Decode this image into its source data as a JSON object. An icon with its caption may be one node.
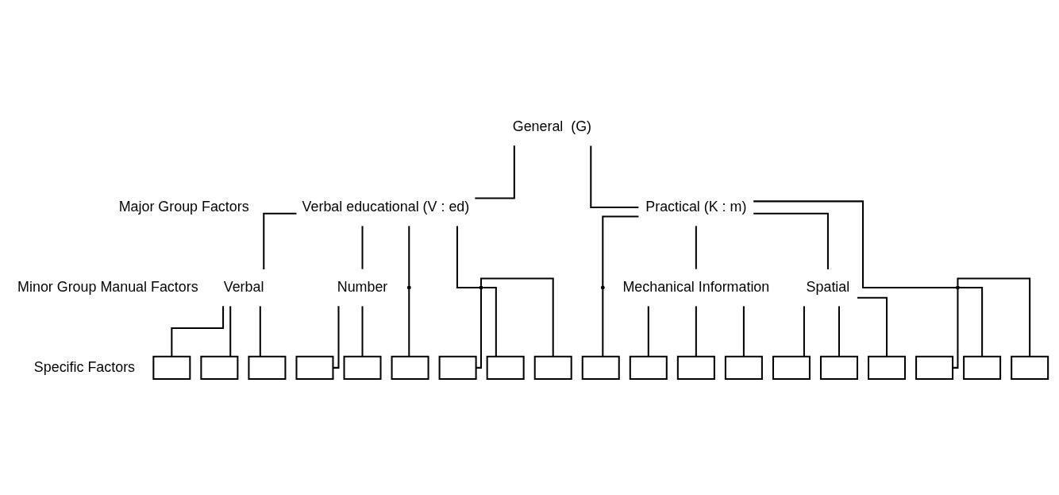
{
  "diagram": {
    "nodes": [
      {
        "text": [
          "General  (G)"
        ]
      },
      {
        "text": [
          "Verbal educational (V : ed)"
        ]
      },
      {
        "text": [
          "Practical (K : m)"
        ]
      },
      {
        "text": [
          "Verbal"
        ]
      },
      {
        "text": [
          "Number"
        ]
      },
      {
        "text": [],
        "shape": "point"
      },
      {
        "text": [],
        "shape": "point"
      },
      {
        "text": [],
        "shape": "point"
      },
      {
        "text": [
          "Mechanical Information"
        ]
      },
      {
        "text": [
          "Spatial"
        ]
      },
      {
        "text": [],
        "shape": "point"
      },
      {
        "text": [],
        "shape": "bracket"
      },
      {
        "text": [],
        "shape": "bracket"
      },
      {
        "text": [],
        "shape": "bracket"
      },
      {
        "text": [],
        "shape": "bracket"
      },
      {
        "text": [],
        "shape": "bracket"
      },
      {
        "text": [],
        "shape": "bracket"
      },
      {
        "text": [],
        "shape": "bracket"
      },
      {
        "text": [],
        "shape": "bracket"
      },
      {
        "text": [],
        "shape": "bracket"
      },
      {
        "text": [],
        "shape": "bracket"
      },
      {
        "text": [],
        "shape": "bracket"
      },
      {
        "text": [],
        "shape": "bracket"
      },
      {
        "text": [],
        "shape": "bracket"
      },
      {
        "text": [],
        "shape": "bracket"
      },
      {
        "text": [],
        "shape": "bracket"
      },
      {
        "text": [],
        "shape": "bracket"
      },
      {
        "text": [],
        "shape": "bracket"
      },
      {
        "text": [],
        "shape": "bracket"
      },
      {
        "text": [],
        "shape": "bracket"
      }
    ],
    "edges": [
      {
        "from": 0,
        "to": 1,
        "arrow": "none"
      },
      {
        "from": 0,
        "to": 2,
        "arrow": "none"
      },
      {
        "from": 1,
        "to": 3,
        "arrow": "none"
      },
      {
        "from": 1,
        "to": 4,
        "arrow": "none"
      },
      {
        "from": 1,
        "to": 5,
        "arrow": "none"
      },
      {
        "from": 1,
        "to": 6,
        "arrow": "none"
      },
      {
        "from": 2,
        "to": 7,
        "arrow": "none"
      },
      {
        "from": 2,
        "to": 8,
        "arrow": "none"
      },
      {
        "from": 2,
        "to": 9,
        "arrow": "none"
      },
      {
        "from": 2,
        "to": 10,
        "arrow": "none"
      },
      {
        "from": 3,
        "to": 11,
        "arrow": "none"
      },
      {
        "from": 3,
        "to": 12,
        "arrow": "none"
      },
      {
        "from": 3,
        "to": 13,
        "arrow": "none"
      },
      {
        "from": 4,
        "to": 14,
        "arrow": "none"
      },
      {
        "from": 4,
        "to": 15,
        "arrow": "none"
      },
      {
        "from": 5,
        "to": 16,
        "arrow": "none"
      },
      {
        "from": 6,
        "to": 17,
        "arrow": "none"
      },
      {
        "from": 6,
        "to": 18,
        "arrow": "none"
      },
      {
        "from": 6,
        "to": 19,
        "arrow": "none"
      },
      {
        "from": 7,
        "to": 20,
        "arrow": "none"
      },
      {
        "from": 8,
        "to": 21,
        "arrow": "none"
      },
      {
        "from": 8,
        "to": 22,
        "arrow": "none"
      },
      {
        "from": 8,
        "to": 23,
        "arrow": "none"
      },
      {
        "from": 9,
        "to": 24,
        "arrow": "none"
      },
      {
        "from": 9,
        "to": 25,
        "arrow": "none"
      },
      {
        "from": 9,
        "to": 26,
        "arrow": "none"
      },
      {
        "from": 10,
        "to": 27,
        "arrow": "none"
      },
      {
        "from": 10,
        "to": 28,
        "arrow": "none"
      },
      {
        "from": 10,
        "to": 29,
        "arrow": "none"
      }
    ],
    "labels": [
      "Major Group Factors",
      "Minor Group Manual Factors",
      "Specific Factors"
    ]
  }
}
